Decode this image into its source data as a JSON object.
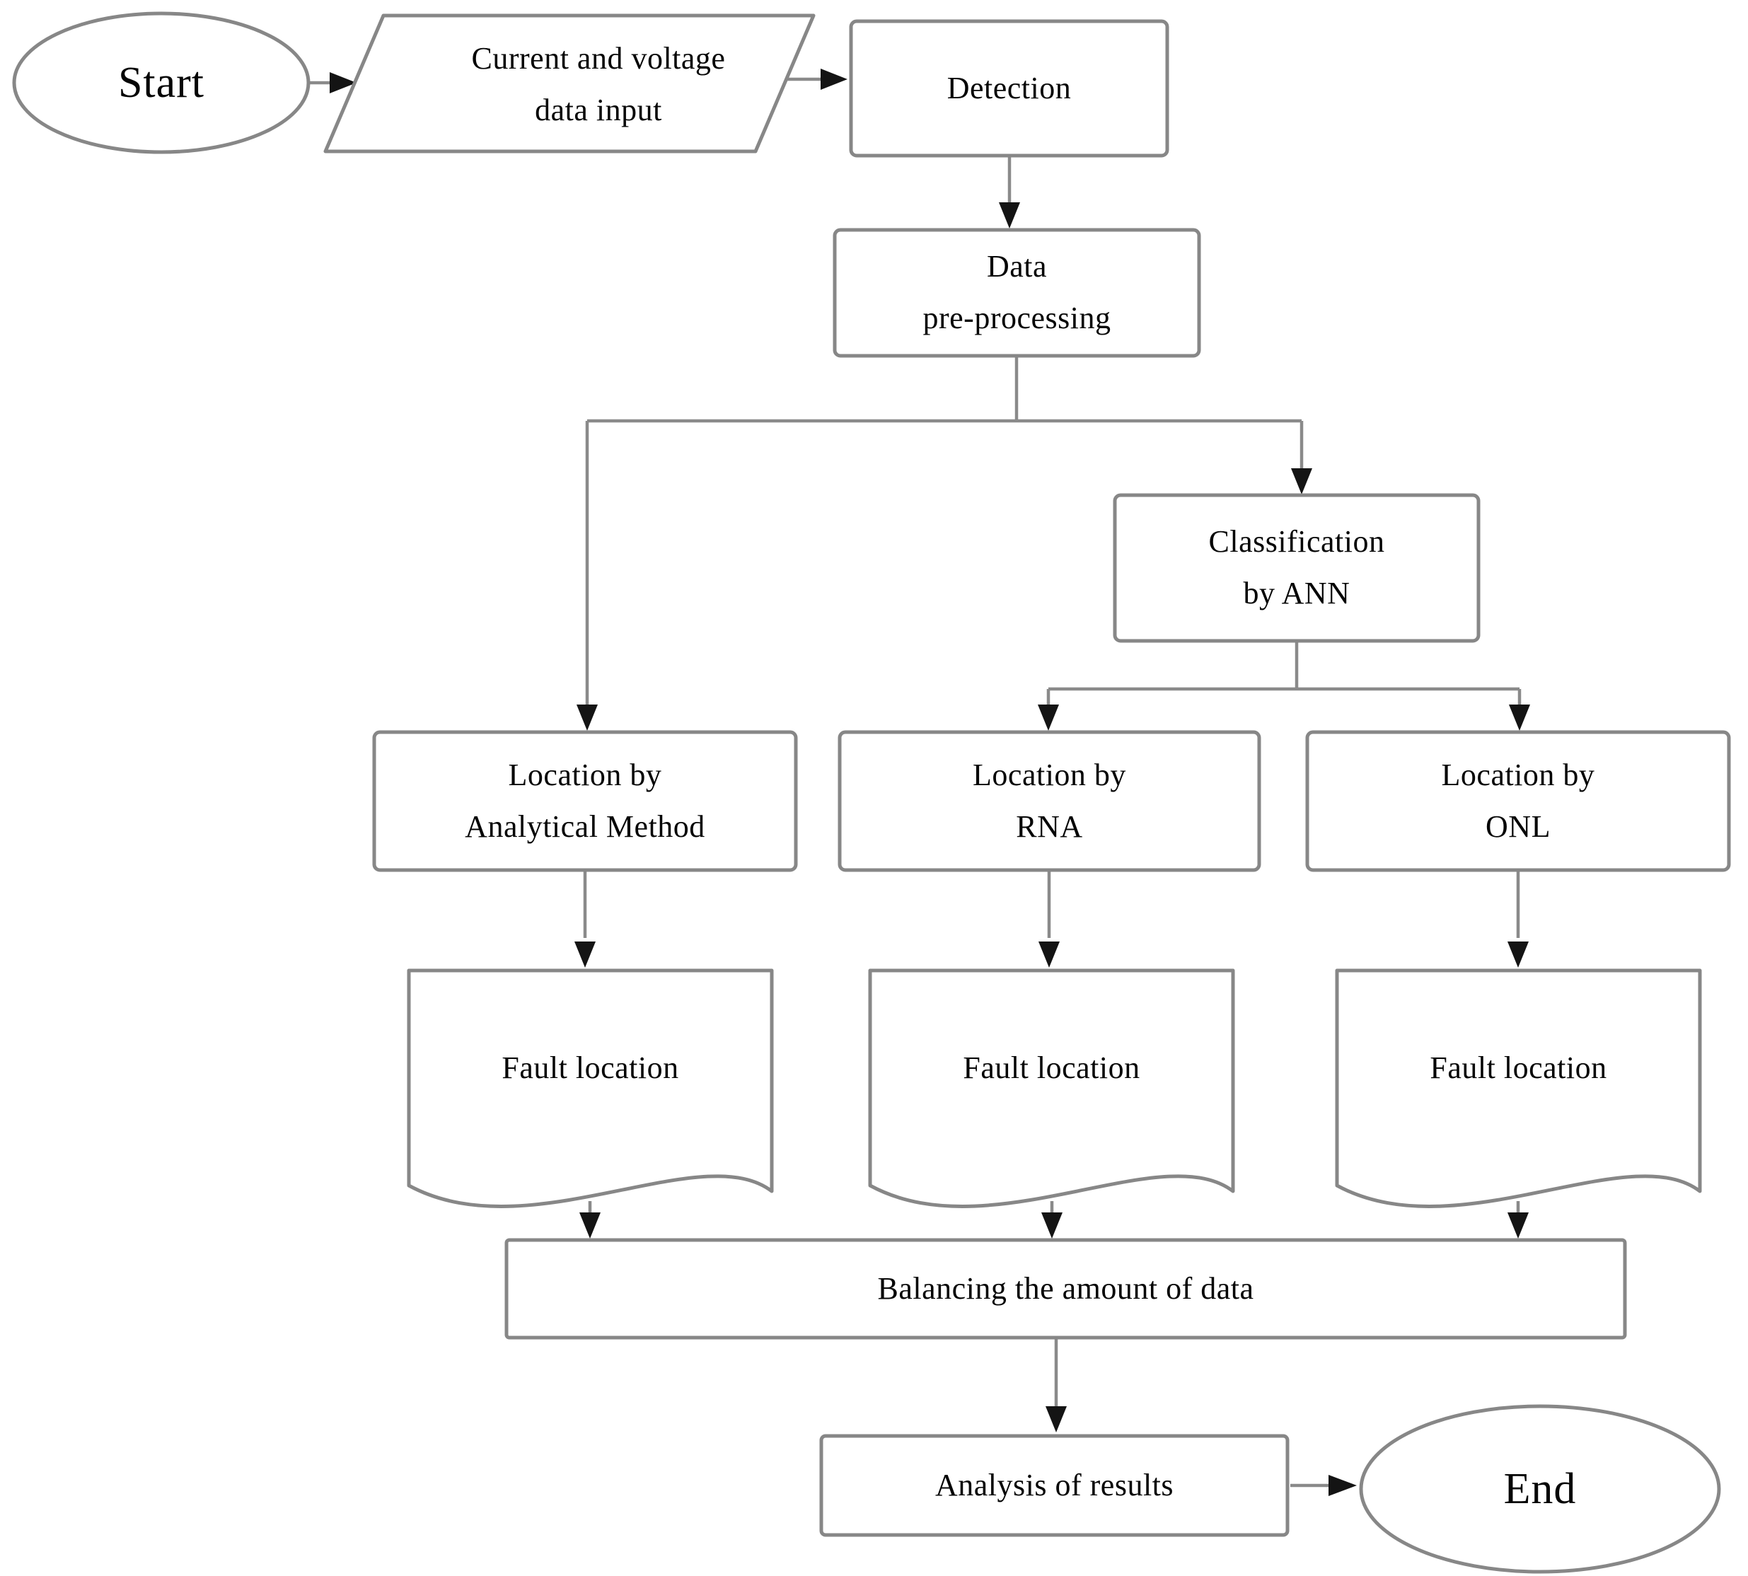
{
  "diagram": {
    "description": "Flowchart of fault detection, classification and location process",
    "colors": {
      "background": "#ffffff",
      "shape_stroke": "#878787",
      "shape_fill": "#ffffff",
      "connector": "#8a8a8a",
      "arrowhead": "#141414",
      "text": "#050505"
    },
    "nodes": {
      "start": {
        "type": "terminator",
        "label": "Start"
      },
      "input": {
        "type": "input-parallelogram",
        "line1": "Current and voltage",
        "line2": "data input"
      },
      "detection": {
        "type": "process",
        "label": "Detection"
      },
      "preprocessing": {
        "type": "process",
        "line1": "Data",
        "line2": "pre-processing"
      },
      "classification": {
        "type": "process",
        "line1": "Classification",
        "line2": "by ANN"
      },
      "location_analytical": {
        "type": "process",
        "line1": "Location by",
        "line2": "Analytical Method"
      },
      "location_rna": {
        "type": "process",
        "line1": "Location by",
        "line2": "RNA"
      },
      "location_onl": {
        "type": "process",
        "line1": "Location by",
        "line2": "ONL"
      },
      "fault_location_analytical": {
        "type": "document",
        "label": "Fault location"
      },
      "fault_location_rna": {
        "type": "document",
        "label": "Fault location"
      },
      "fault_location_onl": {
        "type": "document",
        "label": "Fault location"
      },
      "balancing": {
        "type": "process",
        "label": "Balancing the amount of data"
      },
      "analysis": {
        "type": "process",
        "label": "Analysis of results"
      },
      "end": {
        "type": "terminator",
        "label": "End"
      }
    },
    "edges": [
      "Start -> Current and voltage data input",
      "Current and voltage data input -> Detection",
      "Detection -> Data pre-processing",
      "Data pre-processing -> Location by Analytical Method",
      "Data pre-processing -> Classification by ANN",
      "Classification by ANN -> Location by RNA",
      "Classification by ANN -> Location by ONL",
      "Location by Analytical Method -> Fault location",
      "Location by RNA -> Fault location",
      "Location by ONL -> Fault location",
      "Fault location (x3) -> Balancing the amount of data",
      "Balancing the amount of data -> Analysis of results",
      "Analysis of results -> End"
    ]
  }
}
